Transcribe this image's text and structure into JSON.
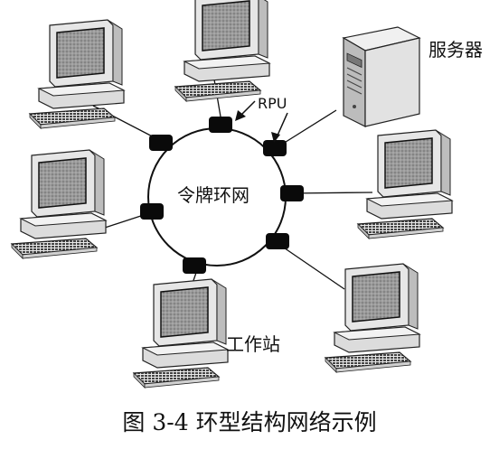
{
  "diagram": {
    "ring_label": "令牌环网",
    "server_label": "服务器",
    "workstation_label": "工作站",
    "rpu_label": "RPU",
    "caption": "图 3-4    环型结构网络示例"
  }
}
